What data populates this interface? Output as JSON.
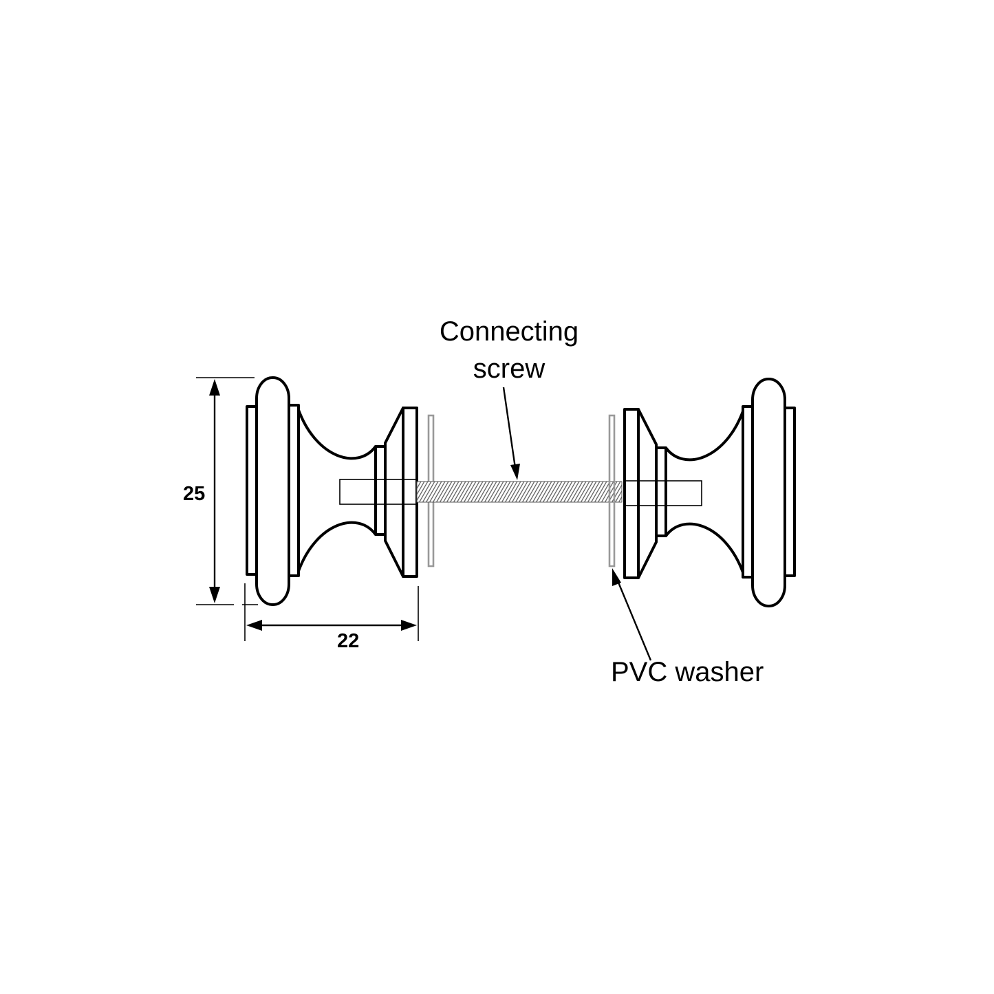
{
  "labels": {
    "connecting_screw_line1": "Connecting",
    "connecting_screw_line2": "screw",
    "pvc_washer": "PVC washer",
    "height_dimension": "25",
    "width_dimension": "22"
  },
  "colors": {
    "line": "#000000",
    "washer": "#999999",
    "background": "#ffffff"
  }
}
